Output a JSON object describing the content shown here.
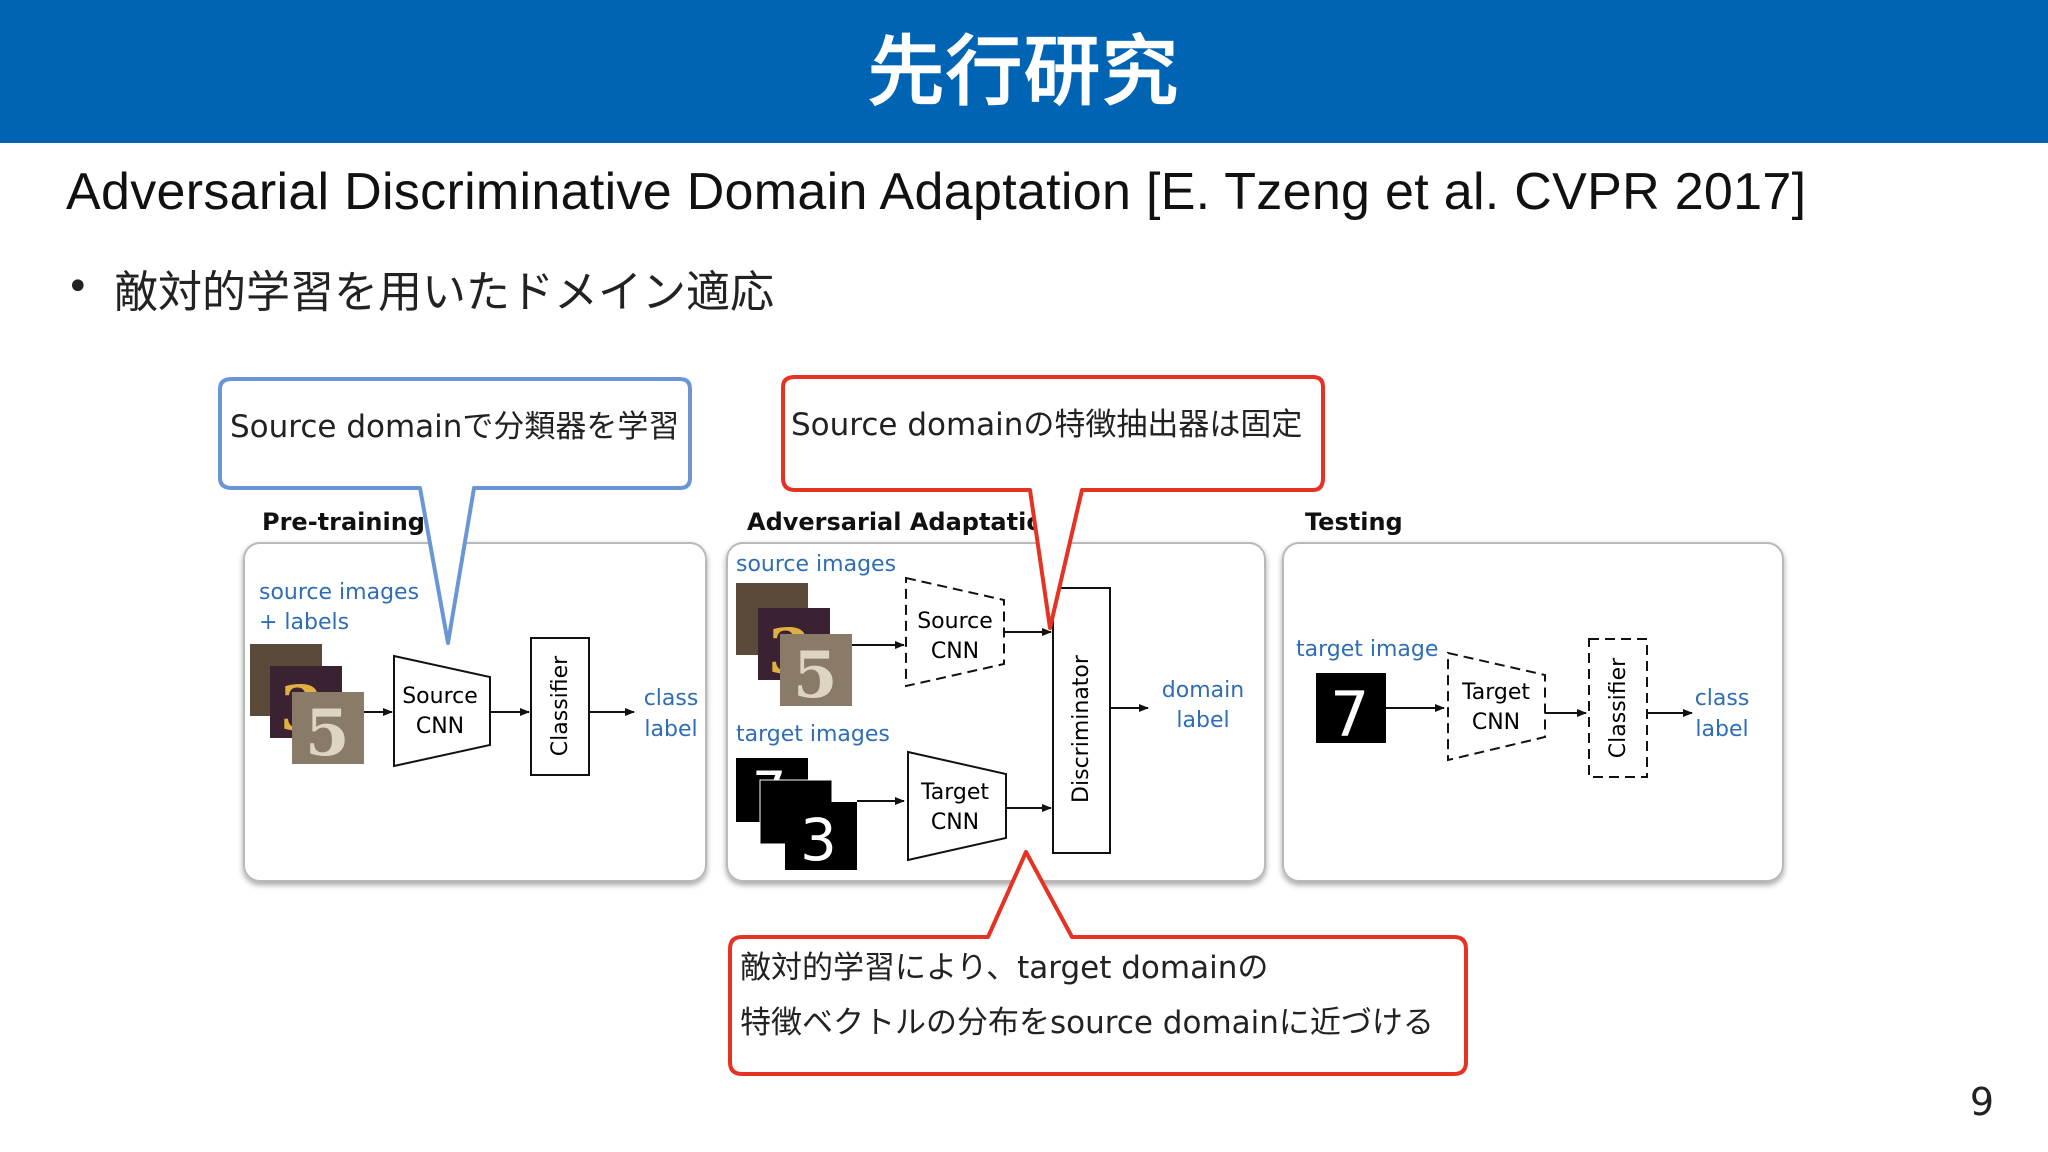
{
  "slide": {
    "title": "先行研究",
    "subtitle": "Adversarial Discriminative Domain Adaptation [E. Tzeng et al. CVPR 2017]",
    "bullet_marker": "•",
    "bullet": "敵対的学習を用いたドメイン適応",
    "page_number": "9"
  },
  "callouts": {
    "pretraining_note": "Source domainで分類器を学習",
    "fixed_extractor_note": "Source domainの特徴抽出器は固定",
    "adversarial_note_line1": "敵対的学習により、target domainの",
    "adversarial_note_line2": "特徴ベクトルの分布をsource domainに近づける"
  },
  "diagram": {
    "pretraining": {
      "heading": "Pre-training",
      "input_label_line1": "source images",
      "input_label_line2": "+ labels",
      "encoder_line1": "Source",
      "encoder_line2": "CNN",
      "classifier": "Classifier",
      "output_line1": "class",
      "output_line2": "label"
    },
    "adversarial": {
      "heading": "Adversarial Adaptation",
      "source_images": "source images",
      "target_images": "target images",
      "source_cnn_line1": "Source",
      "source_cnn_line2": "CNN",
      "target_cnn_line1": "Target",
      "target_cnn_line2": "CNN",
      "discriminator": "Discriminator",
      "output_line1": "domain",
      "output_line2": "label"
    },
    "testing": {
      "heading": "Testing",
      "input_label": "target image",
      "digit": "7",
      "target_cnn_line1": "Target",
      "target_cnn_line2": "CNN",
      "classifier": "Classifier",
      "output_line1": "class",
      "output_line2": "label"
    },
    "sample_digits": {
      "source_top": "3",
      "source_front": "5",
      "target_top": "7",
      "target_front": "3"
    },
    "colors": {
      "title_bar": "#0064b4",
      "blue_callout": "#6a96d8",
      "red_callout": "#e63222",
      "label_blue": "#2f6db5"
    }
  }
}
